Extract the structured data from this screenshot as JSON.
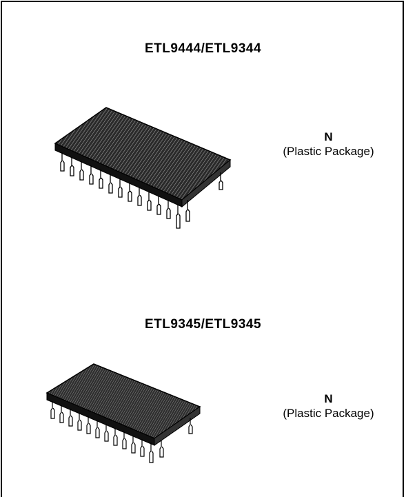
{
  "sections": [
    {
      "title": "ETL9444/ETL9344",
      "package_letter": "N",
      "package_desc": "(Plastic Package)",
      "chip_icon": "dip-28-plastic-package-icon"
    },
    {
      "title": "ETL9345/ETL9345",
      "package_letter": "N",
      "package_desc": "(Plastic Package)",
      "chip_icon": "dip-24-plastic-package-icon"
    }
  ]
}
